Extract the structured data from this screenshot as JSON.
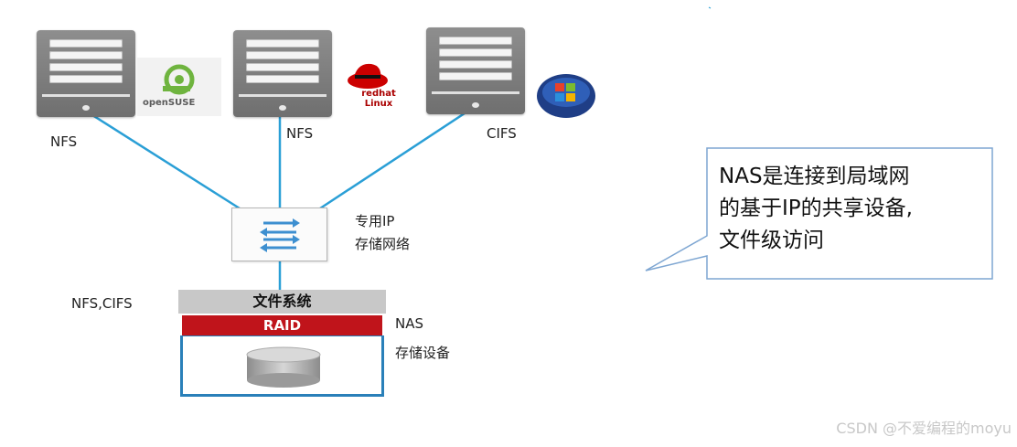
{
  "servers": [
    {
      "label": "NFS",
      "logo": "opensuse-logo",
      "logo_text": "openSUSE"
    },
    {
      "label": "NFS",
      "logo": "redhat-linux-logo",
      "logo_text": "redhat Linux"
    },
    {
      "label": "CIFS",
      "logo": "windows-logo",
      "logo_text": ""
    }
  ],
  "switch": {
    "label_line1": "专用IP",
    "label_line2": "存储网络",
    "icon": "switch-arrows-icon"
  },
  "nas": {
    "protocol_label": "NFS,CIFS",
    "filesystem_label": "文件系统",
    "raid_label": "RAID",
    "device_label_line1": "NAS",
    "device_label_line2": "存储设备",
    "disk_icon": "disk-cylinder-icon"
  },
  "callout": {
    "line1": "NAS是连接到局域网",
    "line2": "的基于IP的共享设备,",
    "line3": "文件级访问"
  },
  "watermark": "CSDN @不爱编程的moyu",
  "colors": {
    "link": "#2a9fd6",
    "raid": "#c0141b",
    "nas_border": "#2a80b9",
    "callout_border": "#7ea6d2"
  }
}
